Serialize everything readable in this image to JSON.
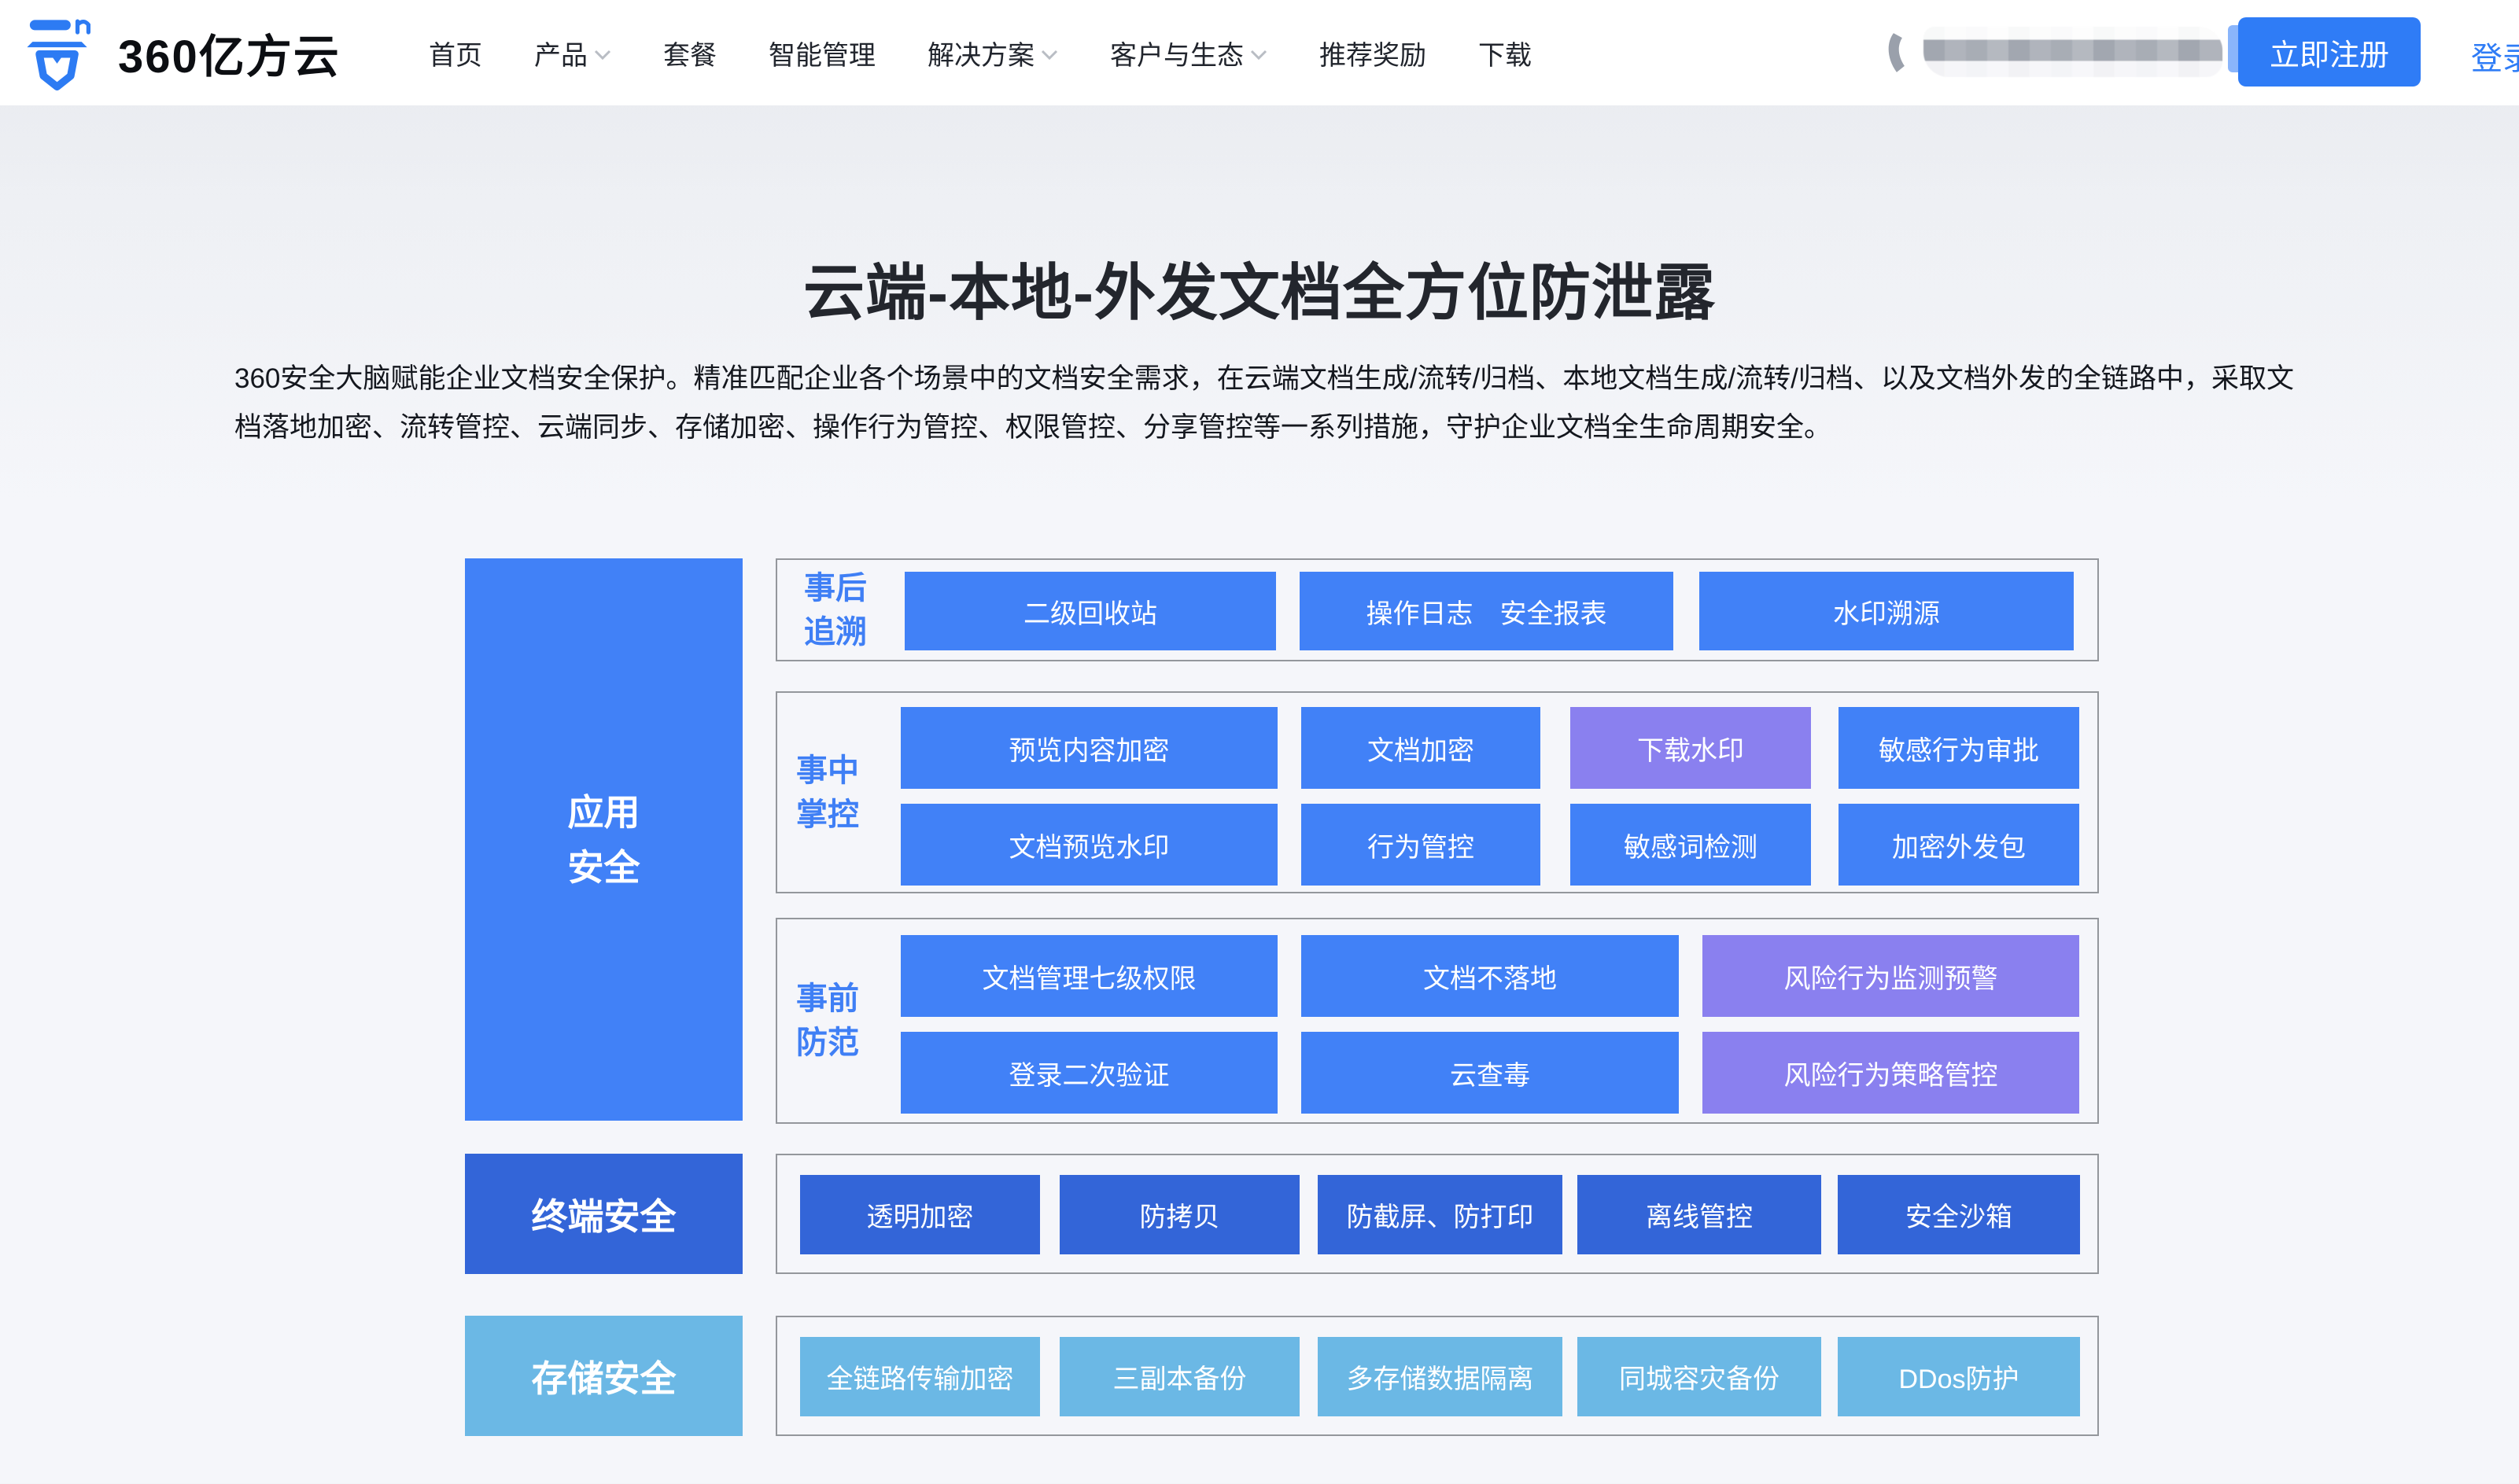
{
  "header": {
    "logo_text": "360亿方云",
    "nav": [
      {
        "label": "首页",
        "dropdown": false
      },
      {
        "label": "产品",
        "dropdown": true
      },
      {
        "label": "套餐",
        "dropdown": false
      },
      {
        "label": "智能管理",
        "dropdown": false
      },
      {
        "label": "解决方案",
        "dropdown": true
      },
      {
        "label": "客户与生态",
        "dropdown": true
      },
      {
        "label": "推荐奖励",
        "dropdown": false
      },
      {
        "label": "下载",
        "dropdown": false
      }
    ],
    "register_label": "立即注册",
    "login_label": "登录"
  },
  "hero": {
    "title": "云端-本地-外发文档全方位防泄露",
    "description": "360安全大脑赋能企业文档安全保护。精准匹配企业各个场景中的文档安全需求，在云端文档生成/流转/归档、本地文档生成/流转/归档、以及文档外发的全链路中，采取文档落地加密、流转管控、云端同步、存储加密、操作行为管控、权限管控、分享管控等一系列措施，守护企业文档全生命周期安全。"
  },
  "diagram": {
    "categories": {
      "app": "应用安全",
      "terminal": "终端安全",
      "storage": "存储安全"
    },
    "groups": {
      "after": {
        "label": "事后追溯",
        "buttons": [
          "二级回收站",
          "操作日志　安全报表",
          "水印溯源"
        ]
      },
      "during": {
        "label": "事中掌控",
        "row1": [
          "预览内容加密",
          "文档加密",
          "下载水印",
          "敏感行为审批"
        ],
        "row2": [
          "文档预览水印",
          "行为管控",
          "敏感词检测",
          "加密外发包"
        ]
      },
      "before": {
        "label": "事前防范",
        "row1": [
          "文档管理七级权限",
          "文档不落地",
          "风险行为监测预警"
        ],
        "row2": [
          "登录二次验证",
          "云查毒",
          "风险行为策略管控"
        ]
      },
      "terminal": {
        "buttons": [
          "透明加密",
          "防拷贝",
          "防截屏、防打印",
          "离线管控",
          "安全沙箱"
        ]
      },
      "storage": {
        "buttons": [
          "全链路传输加密",
          "三副本备份",
          "多存储数据隔离",
          "同城容灾备份",
          "DDos防护"
        ]
      }
    },
    "colors": {
      "blue": "#4181f7",
      "purple": "#8a80ef",
      "dark_blue": "#3365d8",
      "light_blue": "#6bb8e5",
      "accent": "#2f7cf6"
    }
  }
}
